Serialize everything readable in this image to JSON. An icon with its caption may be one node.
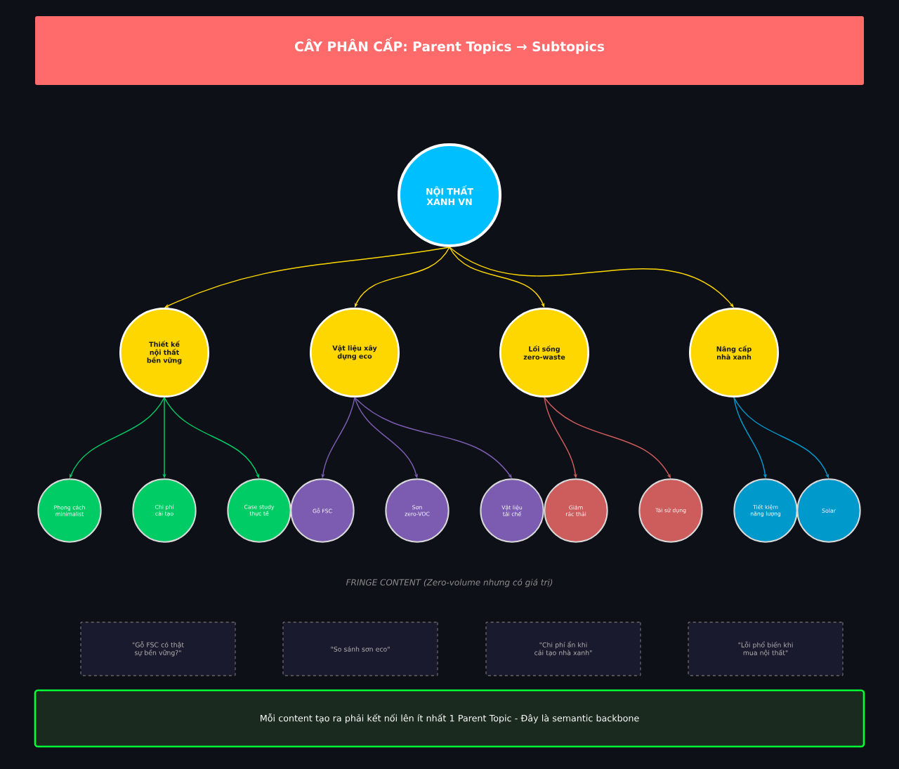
{
  "diagram": {
    "title": "CÂY PHÂN CẤP: Parent Topics → Subtopics",
    "nodes": [
      {
        "text": [
          "NỘI THẤT XANH VN"
        ]
      },
      {
        "text": [
          "Thiết kế nội thất bền vững"
        ]
      },
      {
        "text": [
          "Vật liệu xây dựng eco"
        ]
      },
      {
        "text": [
          "Lối sống zero-waste"
        ]
      },
      {
        "text": [
          "Nâng cấp nhà xanh"
        ]
      },
      {
        "text": [
          "Phong cách minimalist"
        ]
      },
      {
        "text": [
          "Chi phí cải tạo"
        ]
      },
      {
        "text": [
          "Case study thực tế"
        ]
      },
      {
        "text": [
          "Gỗ FSC"
        ]
      },
      {
        "text": [
          "Sơn zero-VOC"
        ]
      },
      {
        "text": [
          "Vật liệu tái chế"
        ]
      },
      {
        "text": [
          "Giảm rác thải"
        ]
      },
      {
        "text": [
          "Tái sử dụng"
        ]
      },
      {
        "text": [
          "Tiết kiệm năng lượng"
        ]
      },
      {
        "text": [
          "Solar"
        ]
      },
      {
        "text": [
          "\"Gỗ FSC có thật sự bền vững?\""
        ]
      },
      {
        "text": [
          "\"So sánh sơn eco\""
        ]
      },
      {
        "text": [
          "\"Chi phí ẩn khi cải tạo nhà xanh\""
        ]
      },
      {
        "text": [
          "\"Lỗi phổ biến khi mua nội thất\""
        ]
      },
      {
        "text": [
          "Mỗi content tạo ra phải kết nối lên ít nhất 1 Parent Topic - Đây là semantic backbone"
        ]
      }
    ],
    "edges": [
      {
        "from": 0,
        "to": 1,
        "arrow": "to",
        "color": "#ffd700"
      },
      {
        "from": 0,
        "to": 2,
        "arrow": "to",
        "color": "#ffd700"
      },
      {
        "from": 0,
        "to": 3,
        "arrow": "to",
        "color": "#ffd700"
      },
      {
        "from": 0,
        "to": 4,
        "arrow": "to",
        "color": "#ffd700"
      },
      {
        "from": 1,
        "to": 5,
        "arrow": "to",
        "color": "#00cc66"
      },
      {
        "from": 1,
        "to": 6,
        "arrow": "to",
        "color": "#00cc66"
      },
      {
        "from": 1,
        "to": 7,
        "arrow": "to",
        "color": "#00cc66"
      },
      {
        "from": 2,
        "to": 8,
        "arrow": "to",
        "color": "#7b5cb0"
      },
      {
        "from": 2,
        "to": 9,
        "arrow": "to",
        "color": "#7b5cb0"
      },
      {
        "from": 2,
        "to": 10,
        "arrow": "to",
        "color": "#7b5cb0"
      },
      {
        "from": 3,
        "to": 11,
        "arrow": "to",
        "color": "#cd5c5c"
      },
      {
        "from": 3,
        "to": 12,
        "arrow": "to",
        "color": "#cd5c5c"
      },
      {
        "from": 4,
        "to": 13,
        "arrow": "to",
        "color": "#0099cc"
      },
      {
        "from": 4,
        "to": 14,
        "arrow": "to",
        "color": "#0099cc"
      }
    ],
    "labels": [
      "FRINGE CONTENT (Zero-volume nhưng có giá trị)"
    ]
  }
}
